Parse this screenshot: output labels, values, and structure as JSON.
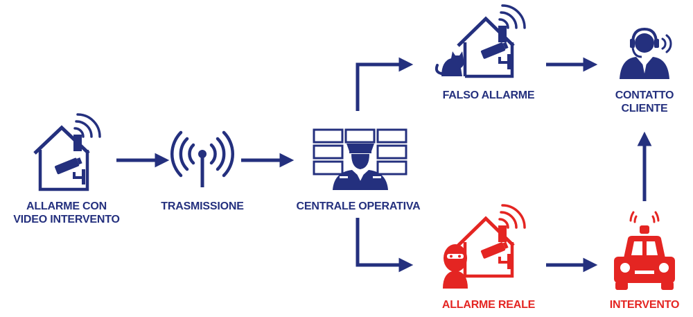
{
  "colors": {
    "primary": "#24307e",
    "alert": "#e42522",
    "background": "#ffffff"
  },
  "nodes": {
    "alarm": {
      "line1": "ALLARME CON",
      "line2": "VIDEO INTERVENTO",
      "icon": "house-camera-wifi-icon"
    },
    "transmission": {
      "label": "TRASMISSIONE",
      "icon": "broadcast-antenna-icon"
    },
    "central": {
      "label": "CENTRALE OPERATIVA",
      "icon": "guard-monitors-icon"
    },
    "false_alarm": {
      "label": "FALSO ALLARME",
      "icon": "house-camera-cat-icon"
    },
    "contact": {
      "line1": "CONTATTO",
      "line2": "CLIENTE",
      "icon": "operator-headset-icon"
    },
    "real_alarm": {
      "label": "ALLARME REALE",
      "icon": "house-camera-thief-icon"
    },
    "intervention": {
      "label": "INTERVENTO",
      "icon": "police-car-icon"
    }
  }
}
